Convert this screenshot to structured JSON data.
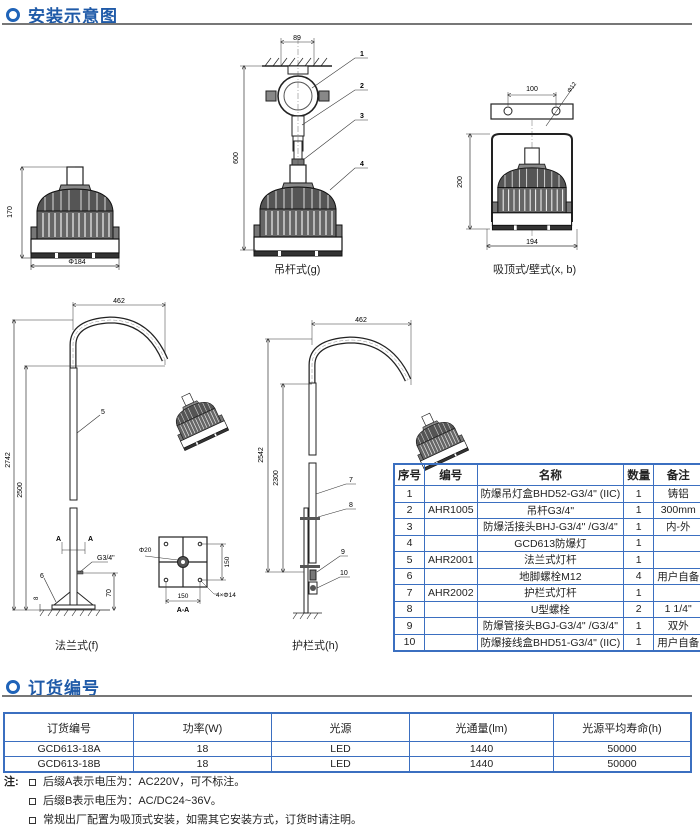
{
  "sections": {
    "install": {
      "title": "安装示意图"
    },
    "order": {
      "title": "订货编号"
    }
  },
  "diagrams": {
    "standalone": {
      "height": "170",
      "width": "Φ184"
    },
    "pendant": {
      "caption": "吊杆式(g)",
      "top_width": "89",
      "height": "600",
      "callouts": [
        "1",
        "2",
        "3",
        "4"
      ]
    },
    "ceiling": {
      "caption": "吸顶式/壁式(x, b)",
      "bracket_width": "100",
      "hole": "Φ12",
      "height": "200",
      "width": "194"
    },
    "flange": {
      "caption": "法兰式(f)",
      "reach": "462",
      "total_height": "2742",
      "pole_height": "2500",
      "callout_pole": "5",
      "callout_bolt": "6",
      "thread": "G3/4\"",
      "base_height": "70",
      "base_thickness": "8",
      "section_label": "A",
      "section_label_r": "A"
    },
    "section_aa": {
      "caption": "A-A",
      "center_hole": "Φ20",
      "spacing_v": "150",
      "spacing_h": "150",
      "holes": "4×Φ14"
    },
    "rail": {
      "caption": "护栏式(h)",
      "reach": "462",
      "total_height": "2542",
      "pole_height": "2300",
      "callouts": [
        "7",
        "8",
        "9",
        "10"
      ]
    }
  },
  "parts_table": {
    "headers": [
      "序号",
      "编号",
      "名称",
      "数量",
      "备注"
    ],
    "rows": [
      [
        "1",
        "",
        "防爆吊灯盒BHD52-G3/4\" (IIC)",
        "1",
        "铸铝"
      ],
      [
        "2",
        "AHR1005",
        "吊杆G3/4\"",
        "1",
        "300mm"
      ],
      [
        "3",
        "",
        "防爆活接头BHJ-G3/4\" /G3/4\"",
        "1",
        "内-外"
      ],
      [
        "4",
        "",
        "GCD613防爆灯",
        "1",
        ""
      ],
      [
        "5",
        "AHR2001",
        "法兰式灯杆",
        "1",
        ""
      ],
      [
        "6",
        "",
        "地脚螺栓M12",
        "4",
        "用户自备"
      ],
      [
        "7",
        "AHR2002",
        "护栏式灯杆",
        "1",
        ""
      ],
      [
        "8",
        "",
        "U型螺栓",
        "2",
        "1 1/4\""
      ],
      [
        "9",
        "",
        "防爆管接头BGJ-G3/4\" /G3/4\"",
        "1",
        "双外"
      ],
      [
        "10",
        "",
        "防爆接线盒BHD51-G3/4\" (IIC)",
        "1",
        "用户自备"
      ]
    ]
  },
  "order_table": {
    "headers": [
      "订货编号",
      "功率(W)",
      "光源",
      "光通量(lm)",
      "光源平均寿命(h)"
    ],
    "rows": [
      [
        "GCD613-18A",
        "18",
        "LED",
        "1440",
        "50000"
      ],
      [
        "GCD613-18B",
        "18",
        "LED",
        "1440",
        "50000"
      ]
    ]
  },
  "notes": {
    "label": "注:",
    "items": [
      "后缀A表示电压为：AC220V，可不标注。",
      "后缀B表示电压为：AC/DC24~36V。",
      "常规出厂配置为吸顶式安装，如需其它安装方式，订货时请注明。"
    ]
  }
}
